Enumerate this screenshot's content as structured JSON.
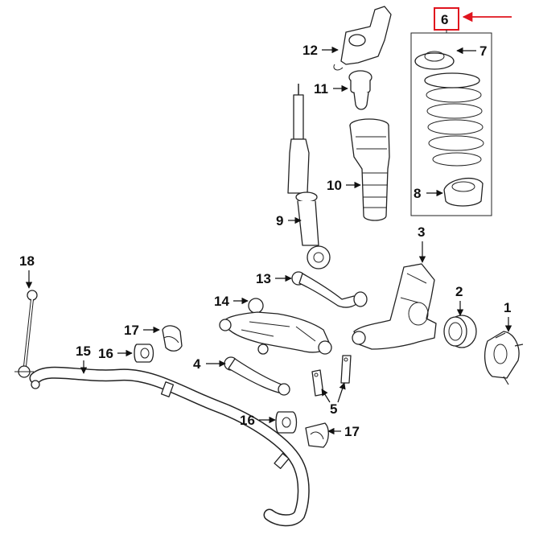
{
  "diagram": {
    "labels": {
      "1": "1",
      "2": "2",
      "3": "3",
      "4": "4",
      "5": "5",
      "6": "6",
      "7": "7",
      "8": "8",
      "9": "9",
      "10": "10",
      "11": "11",
      "12": "12",
      "13": "13",
      "14": "14",
      "15": "15",
      "16a": "16",
      "16b": "16",
      "17a": "17",
      "17b": "17",
      "18": "18"
    },
    "highlight": {
      "label_key": "6",
      "box_color": "#e0141e",
      "arrow_color": "#e0141e"
    }
  }
}
